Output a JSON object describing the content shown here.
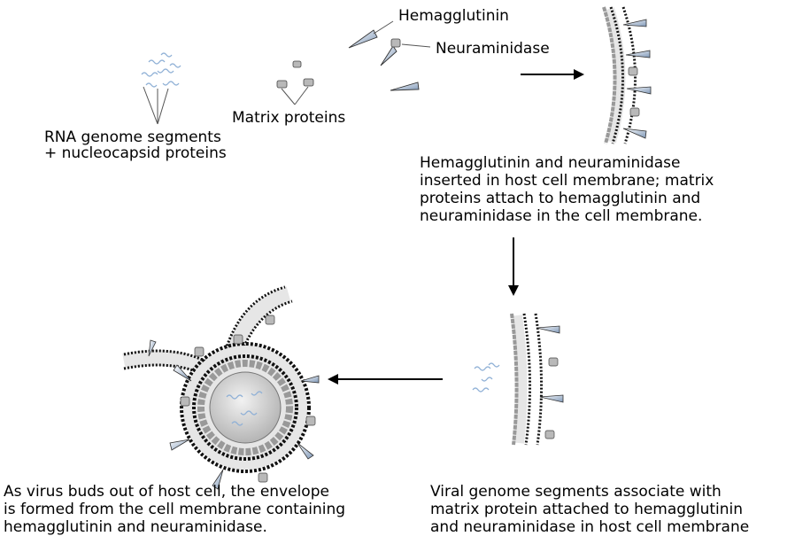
{
  "labels": {
    "hemagglutinin": "Hemagglutinin",
    "neuraminidase": "Neuraminidase",
    "matrix_proteins": "Matrix proteins",
    "rna_line1": "RNA genome segments",
    "rna_line2": "+ nucleocapsid proteins"
  },
  "captions": {
    "step2": [
      "Hemagglutinin and neuraminidase",
      "inserted in host cell membrane; matrix",
      "proteins attach to hemagglutinin and",
      "neuraminidase in the cell membrane."
    ],
    "step3": [
      "Viral genome segments associate with",
      "matrix protein attached to hemagglutinin",
      "and neuraminidase in host cell membrane"
    ],
    "step4": [
      "As virus buds out of host cell, the envelope",
      "is formed from the cell membrane containing",
      "hemagglutinin and neuraminidase."
    ]
  },
  "colors": {
    "membrane_dark": "#111111",
    "membrane_light": "#e6e6e6",
    "protein_gray": "#b9b9b9",
    "spike_blue": "#9fb6d2",
    "rna_blue": "#8fb0d6",
    "core_gray": "#cfcfcf"
  }
}
